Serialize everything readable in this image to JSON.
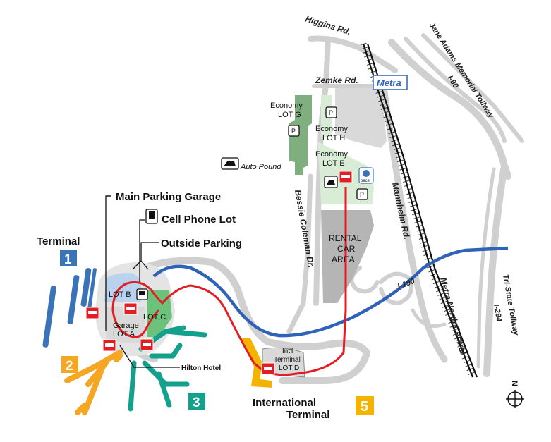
{
  "map": {
    "roads": {
      "higgins": "Higgins Rd.",
      "zemke": "Zemke Rd.",
      "jane_addams": "Jane Adams Memorial Tollway",
      "i90": "I-90",
      "bessie": "Bessie Coleman Dr.",
      "mannheim": "Mannheim Rd.",
      "i190": "I-190",
      "metra_north": "Metra North Central",
      "tristate": "Tri-State Tollway",
      "i294": "I-294"
    },
    "metra_logo": "Metra",
    "pace_logo": "pace",
    "lots": {
      "econ_g_1": "Economy",
      "econ_g_2": "LOT G",
      "econ_h_1": "Economy",
      "econ_h_2": "LOT H",
      "econ_e_1": "Economy",
      "econ_e_2": "LOT E",
      "auto_pound": "Auto Pound",
      "rental_1": "RENTAL",
      "rental_2": "CAR",
      "rental_3": "AREA",
      "lot_b": "LOT B",
      "lot_c": "LOT C",
      "garage_1": "Garage",
      "garage_2": "LOT A",
      "intl_1": "Int'l",
      "intl_2": "Terminal",
      "intl_3": "LOT D"
    },
    "legend": {
      "main_garage": "Main Parking Garage",
      "cell_lot": "Cell Phone Lot",
      "outside": "Outside Parking",
      "hilton": "Hilton Hotel"
    },
    "terminals": {
      "t1_label": "Terminal",
      "t1_num": "1",
      "t2_num": "2",
      "t3_num": "3",
      "t5_label_1": "International",
      "t5_label_2": "Terminal",
      "t5_num": "5"
    },
    "north": "N",
    "colors": {
      "terminal_blue": "#3b73b9",
      "terminal_orange": "#f5a623",
      "terminal_teal": "#13a08c",
      "terminal_yellow": "#f3b300",
      "ats_red": "#e21d24",
      "i190_blue": "#2e63b8",
      "lot_green": "#d8ecd6",
      "lot_dark_green": "#7fae7f",
      "road_gray": "#cfcfcf",
      "rental_gray": "#b5b5b5"
    }
  }
}
